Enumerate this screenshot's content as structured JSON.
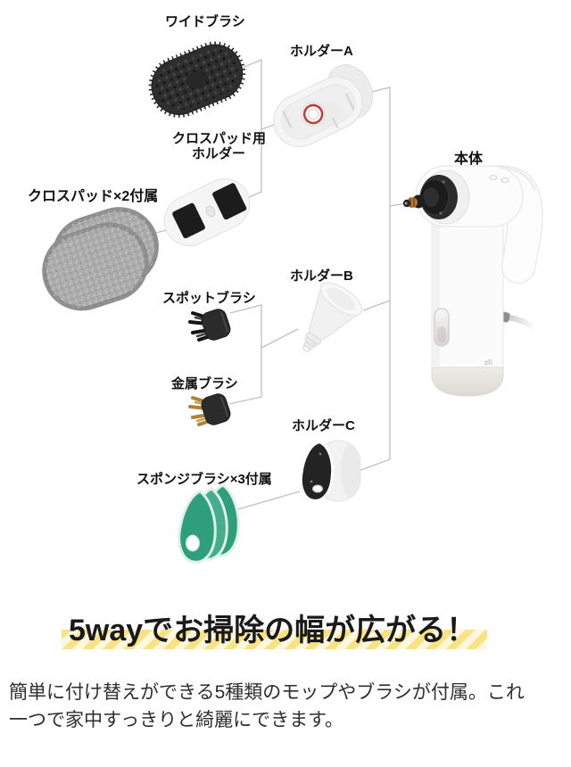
{
  "diagram": {
    "labels": {
      "wide_brush": "ワイドブラシ",
      "holder_a": "ホルダーA",
      "cloth_pad_holder_line1": "クロスパッド用",
      "cloth_pad_holder_line2": "ホルダー",
      "cloth_pads": "クロスパッド×2付属",
      "spot_brush": "スポットブラシ",
      "metal_brush": "金属ブラシ",
      "holder_b": "ホルダーB",
      "holder_c": "ホルダーC",
      "sponge_brush": "スポンジブラシ×3付属",
      "main_body": "本体",
      "body_logo": "±0"
    }
  },
  "headline": {
    "text": "5wayでお掃除の幅が広がる！"
  },
  "description": {
    "line1": "簡単に付け替えができる5種類のモップやブラシが付属。これ",
    "line2": "一つで家中すっきりと綺麗にできます。"
  },
  "colors": {
    "headline-text": "#1a1a1a",
    "body-text": "#2e2e2e",
    "label-text": "#111111",
    "highlight-yellow": "#f8e284",
    "highlight-yellow-light": "#fdf7dd",
    "line-gray": "#c0c0c0",
    "sponge-green": "#2f9e7b",
    "sponge-green-light": "#45ad8c",
    "brass": "#b08136",
    "red-ring": "#b5413c",
    "pad-gray": "#ababab",
    "part-dark": "#2b2b2b",
    "part-white": "#f5f5f5"
  }
}
